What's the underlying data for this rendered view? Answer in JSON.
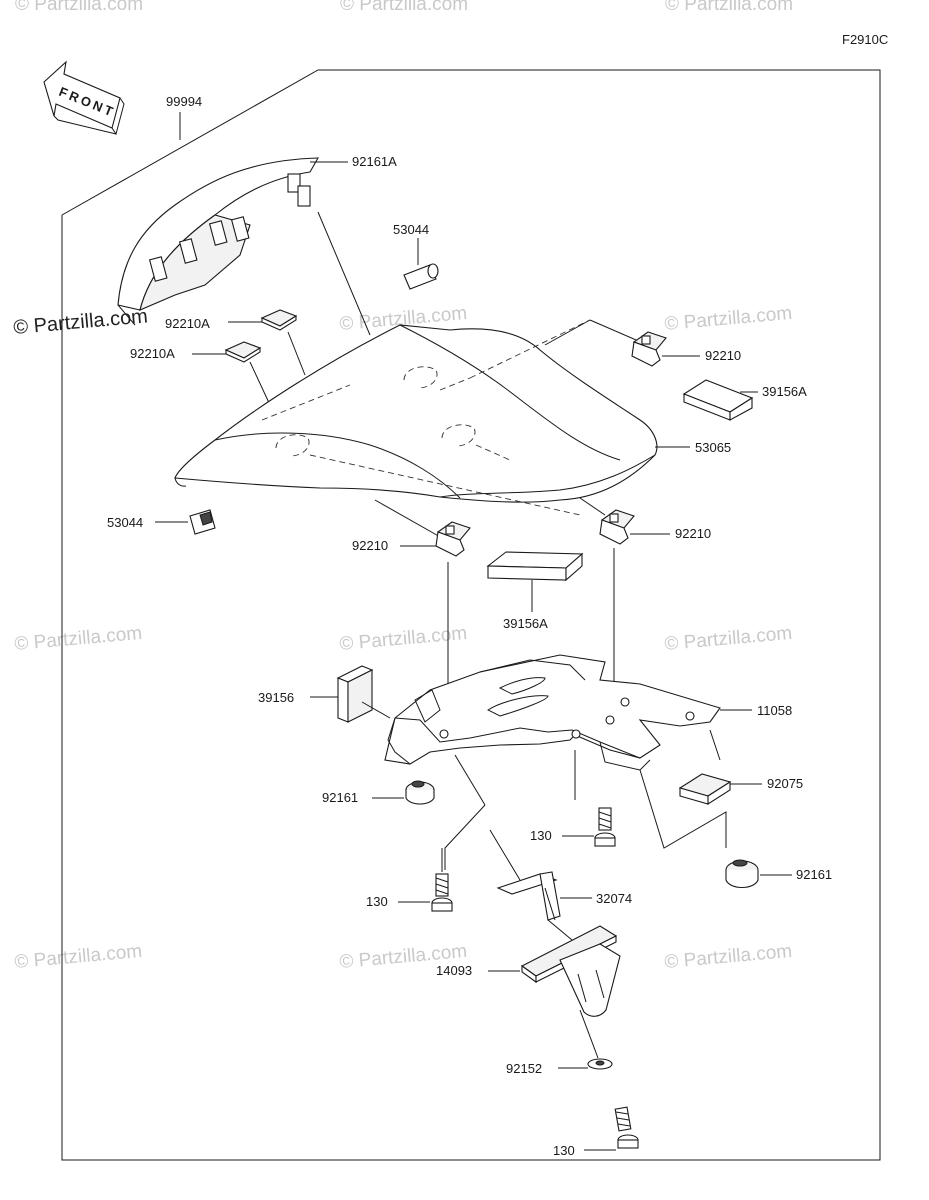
{
  "figure_code": "F2910C",
  "front_arrow_text": "FRONT",
  "watermark_main": "© Partzilla.com",
  "watermarks": [
    "© Partzilla.com",
    "© Partzilla.com",
    "© Partzilla.com",
    "© Partzilla.com",
    "© Partzilla.com",
    "© Partzilla.com",
    "© Partzilla.com",
    "© Partzilla.com",
    "© Partzilla.com",
    "© Partzilla.com",
    "© Partzilla.com",
    "© Partzilla.com"
  ],
  "callouts": {
    "p99994": "99994",
    "p92161A": "92161A",
    "p53044_top": "53044",
    "p92210A_1": "92210A",
    "p92210A_2": "92210A",
    "p92210_top": "92210",
    "p39156A_top": "39156A",
    "p53065": "53065",
    "p53044_left": "53044",
    "p92210_left": "92210",
    "p92210_right": "92210",
    "p39156A_mid": "39156A",
    "p39156": "39156",
    "p11058": "11058",
    "p92161_left": "92161",
    "p92075": "92075",
    "p130_mid": "130",
    "p130_left": "130",
    "p92161_right": "92161",
    "p32074": "32074",
    "p14093": "14093",
    "p92152": "92152",
    "p130_bottom": "130"
  }
}
